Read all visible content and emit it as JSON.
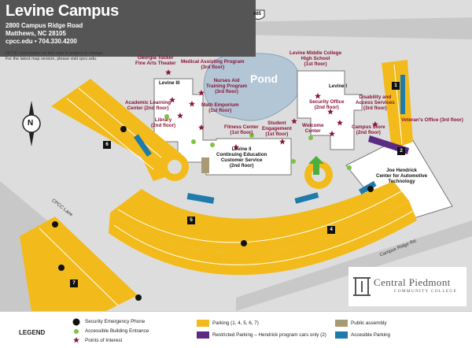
{
  "header": {
    "title": "Levine Campus",
    "address_line1": "2800 Campus Ridge Road",
    "address_line2": "Matthews, NC 28105",
    "contact": "cpcc.edu  •  704.330.4200",
    "note_line1": "NOTE: Information on this map is subject to change.",
    "note_line2": "For the latest map version, please visit cpcc.edu."
  },
  "roads": {
    "highway": "485",
    "cpcc_lane": "CPCC Lane",
    "campus_ridge": "Campus Ridge Rd."
  },
  "pond_label": "Pond",
  "buildings": {
    "levine_1": "Levine I",
    "levine_2": "Levine II\nContinuing Education\nCustomer Service\n(2nd floor)",
    "levine_3": "Levine III",
    "joe_hendrick": "Joe Hendrick\nCenter for Automotive\nTechnology"
  },
  "points_of_interest": {
    "georgia_tucker": "Georgia Tucker\nFine Arts Theater",
    "medical_assisting": "Medical Assisting Program\n(3rd floor)",
    "nurses_aid": "Nurses Aid\nTraining Program\n(3rd floor)",
    "math_emporium": "Math Emporium\n(1st floor)",
    "academic_learning": "Academic Learning\nCenter (2nd floor)",
    "library": "Library\n(2nd floor)",
    "fitness_center": "Fitness Center\n(1st floor)",
    "student_engagement": "Student\nEngagement\n(1st floor)",
    "welcome_center": "Welcome\nCenter",
    "levine_middle_college": "Levine Middle College\nHigh School\n(1st floor)",
    "security_office": "Security Office\n(2nd floor)",
    "disability_services": "Disability and\nAccess Services\n(3rd floor)",
    "campus_store": "Campus Store\n(2nd floor)",
    "veterans_office": "Veteran's Office (3rd floor)"
  },
  "lots": [
    "1",
    "2",
    "4",
    "5",
    "6",
    "7"
  ],
  "logo": {
    "name": "Central Piedmont",
    "sub": "COMMUNITY COLLEGE"
  },
  "legend": {
    "title": "LEGEND",
    "phone": "Security Emergency Phone",
    "entrance": "Accessible Building Entrance",
    "poi": "Points of Interest",
    "parking": "Parking (1, 4, 5, 6, 7)",
    "restricted": "Restricted Parking – Hendrick program cars only (2)",
    "assembly": "Public assembly",
    "accessible_parking": "Accesible Parking"
  },
  "colors": {
    "parking": "#f2bb1b",
    "stripe": "#ffffff",
    "accessible": "#1e7bab",
    "restricted": "#5b2a82",
    "assembly": "#a89b73",
    "building": "#ffffff",
    "grounds": "#dddddd",
    "road": "#c8c8c8",
    "pond": "#b3c6d6",
    "poi": "#8a1538",
    "entrance": "#7ec242",
    "header": "#555555"
  }
}
